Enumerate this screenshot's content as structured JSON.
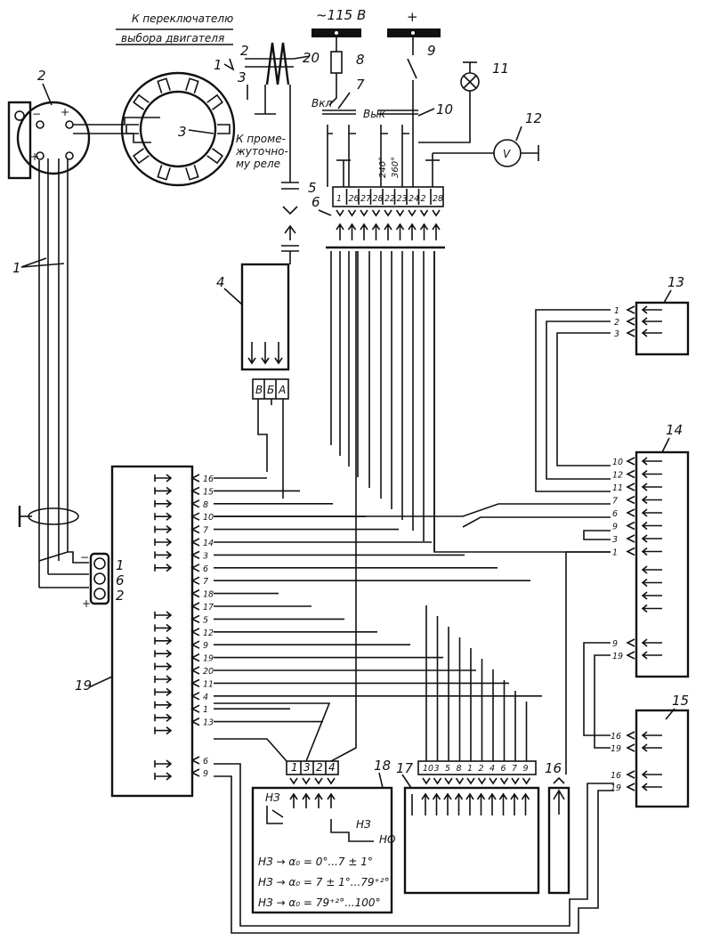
{
  "top_labels": {
    "switch_line1": "К переключателю",
    "switch_line2": "выбора двигателя",
    "relay_line1": "К проме-",
    "relay_line2": "жуточно-",
    "relay_line3": "му реле",
    "ac_voltage": "~115 В",
    "dc_plus": "+",
    "on": "Вкл",
    "off": "Вык",
    "deg240": "240°",
    "deg360": "360°",
    "voltmeter": "V"
  },
  "callouts": {
    "c1": "1",
    "c2": "2",
    "c3": "3",
    "c4": "4",
    "c5": "5",
    "c6": "6",
    "c7": "7",
    "c8": "8",
    "c9": "9",
    "c10": "10",
    "c11": "11",
    "c12": "12",
    "c13": "13",
    "c14": "14",
    "c15": "15",
    "c16": "16",
    "c17": "17",
    "c18": "18",
    "c19": "19",
    "c20": "20"
  },
  "sw20": {
    "p1": "1",
    "p2": "2",
    "p3": "3"
  },
  "connector6_pins": [
    "1",
    "26",
    "27",
    "28",
    "22",
    "23",
    "24",
    "2",
    "28"
  ],
  "block4_pins": [
    "В",
    "Б",
    "А"
  ],
  "terminal_block": {
    "minus": "−",
    "plus": "+",
    "t1": "1",
    "t6": "6",
    "t2": "2"
  },
  "block19_pins": [
    "16",
    "15",
    "8",
    "10",
    "7",
    "14",
    "3",
    "6",
    "7",
    "18",
    "17",
    "5",
    "12",
    "9",
    "19",
    "20",
    "11",
    "4",
    "1",
    "13"
  ],
  "block19_pins_low": [
    "6",
    "9"
  ],
  "block13_pins": [
    "1",
    "2",
    "3"
  ],
  "block14_pins": [
    "10",
    "12",
    "11",
    "7",
    "6",
    "9",
    "3",
    "1"
  ],
  "block14_pins_low": [
    "9",
    "19"
  ],
  "block15_pins": [
    "16",
    "19"
  ],
  "block15_pins_low": [
    "16",
    "19"
  ],
  "block18_pins": [
    "1",
    "3",
    "2",
    "4"
  ],
  "block17_pins": [
    "10",
    "3",
    "5",
    "8",
    "1",
    "2",
    "4",
    "6",
    "7",
    "9"
  ],
  "block18_contacts": {
    "nz1": "НЗ",
    "nz2": "НЗ",
    "no": "НО"
  },
  "block18_formulas": [
    "НЗ → α₀ = 0°...7 ± 1°",
    "НЗ → α₀ = 7 ± 1°...79⁺²°",
    "НЗ → α₀ = 79⁺²°...100°"
  ]
}
